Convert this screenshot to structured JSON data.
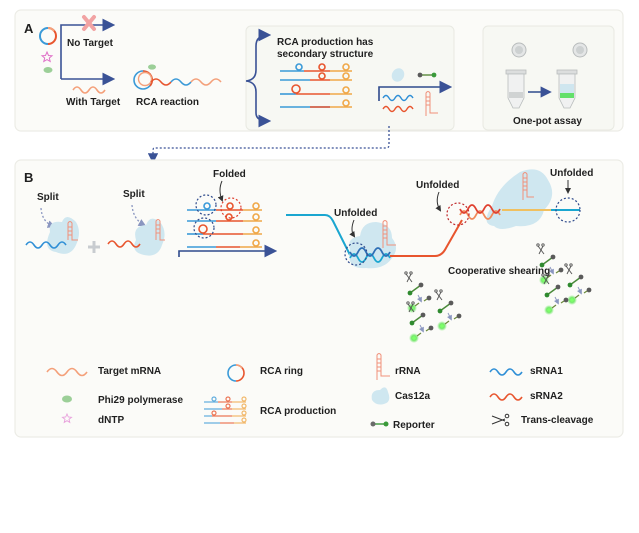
{
  "panel_a": {
    "label": "A",
    "no_target": "No Target",
    "with_target": "With Target",
    "rca_reaction": "RCA reaction",
    "secondary_structure_line1": "RCA production has",
    "secondary_structure_line2": "secondary structure",
    "one_pot": "One-pot assay"
  },
  "panel_b": {
    "label": "B",
    "split_1": "Split",
    "split_2": "Split",
    "folded": "Folded",
    "unfolded_1": "Unfolded",
    "unfolded_2": "Unfolded",
    "unfolded_3": "Unfolded",
    "cooperative_shearing": "Cooperative shearing"
  },
  "legend": {
    "target_mrna": "Target mRNA",
    "phi29": "Phi29 polymerase",
    "dntp": "dNTP",
    "rca_ring": "RCA ring",
    "rca_production": "RCA production",
    "rrna": "rRNA",
    "cas12a": "Cas12a",
    "reporter": "Reporter",
    "srna1": "sRNA1",
    "srna2": "sRNA2",
    "trans_cleavage": "Trans-cleavage"
  },
  "colors": {
    "blue_strand": "#2f8fd6",
    "red_strand": "#e8552e",
    "orange_strand": "#f0a848",
    "salmon_mrna": "#f4a07a",
    "cyan_strand": "#1aa6d0",
    "cas12a": "#cfe7f0",
    "arrow_navy": "#2e4a8c",
    "reporter_green": "#3a9a3a",
    "reporter_gray": "#5a5a5a",
    "fluor_green": "#55e34a"
  }
}
